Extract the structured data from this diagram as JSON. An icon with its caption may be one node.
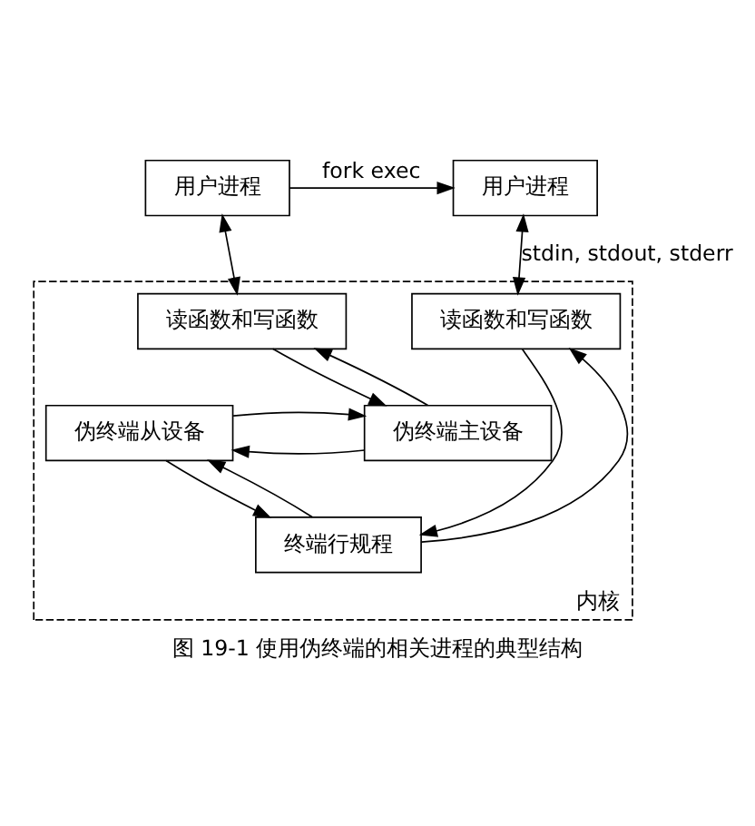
{
  "diagram": {
    "caption": "图 19-1 使用伪终端的相关进程的典型结构",
    "nodes": [
      {
        "text": [
          "用户进程"
        ]
      },
      {
        "text": [
          "用户进程"
        ]
      },
      {
        "text": [
          "内核"
        ]
      },
      {
        "text": [
          "读函数和写函数"
        ],
        "in": 2
      },
      {
        "text": [
          "读函数和写函数"
        ],
        "in": 2
      },
      {
        "text": [
          "终端行规程"
        ],
        "in": 2
      },
      {
        "text": [
          "伪终端主设备"
        ],
        "in": 2
      },
      {
        "text": [
          "伪终端从设备"
        ],
        "in": 2
      }
    ],
    "edges": [
      {
        "from": 0,
        "to": 1,
        "arrow": "to",
        "label": "fork exec"
      },
      {
        "from": 0,
        "to": 3,
        "arrow": "both"
      },
      {
        "from": 1,
        "to": 4,
        "arrow": "both",
        "label": "stdin, stdout, stderr"
      },
      {
        "from": 3,
        "to": 6,
        "arrow": "to"
      },
      {
        "from": 6,
        "to": 3,
        "arrow": "to"
      },
      {
        "from": 4,
        "to": 5,
        "arrow": "to"
      },
      {
        "from": 5,
        "to": 4,
        "arrow": "to"
      },
      {
        "from": 5,
        "to": 7,
        "arrow": "to"
      },
      {
        "from": 7,
        "to": 5,
        "arrow": "to"
      },
      {
        "from": 6,
        "to": 7,
        "arrow": "to"
      },
      {
        "from": 7,
        "to": 6,
        "arrow": "to"
      }
    ]
  }
}
